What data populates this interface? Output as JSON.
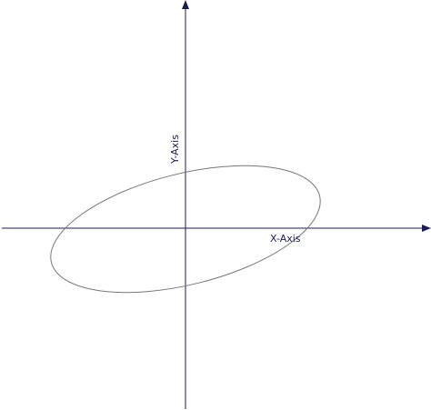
{
  "diagram": {
    "x_axis_label": "X-Axis",
    "y_axis_label": "Y-Axis",
    "colors": {
      "axes": "#1a1a5e",
      "ellipse": "#777777",
      "labels": "#1a1a5e",
      "background": "#ffffff"
    },
    "shapes": [
      "x-axis-arrow",
      "y-axis-arrow",
      "tilted-ellipse"
    ]
  }
}
